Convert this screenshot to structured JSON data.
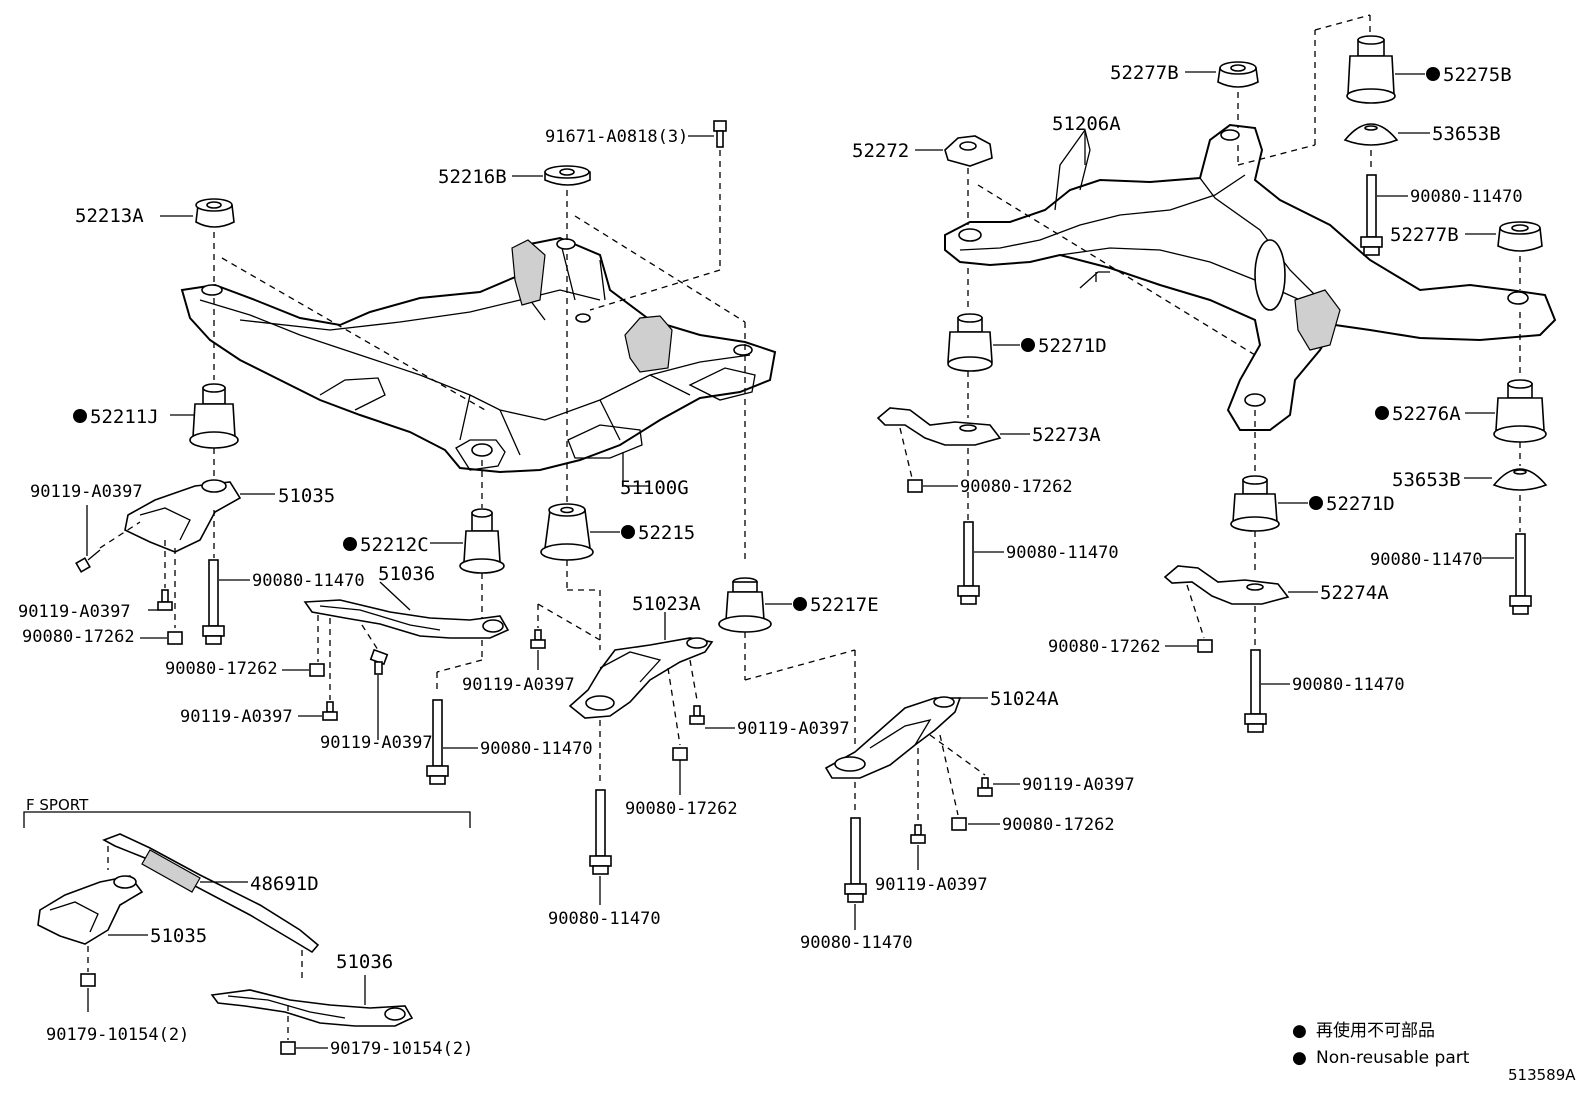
{
  "parts": {
    "p91671": "91671-A0818(3)",
    "p52216B": "52216B",
    "p52213A": "52213A",
    "p52211J": "52211J",
    "p51035_top": "51035",
    "p90119_a": "90119-A0397",
    "p90119_b": "90119-A0397",
    "p90080_17262_a": "90080-17262",
    "p90080_11470_a": "90080-11470",
    "p52212C": "52212C",
    "p51036_top": "51036",
    "p90080_17262_b": "90080-17262",
    "p90119_c": "90119-A0397",
    "p90119_d": "90119-A0397",
    "p90080_11470_b": "90080-11470",
    "p51100G": "51100G",
    "p52215": "52215",
    "p51023A": "51023A",
    "p90119_e": "90119-A0397",
    "p90119_f": "90119-A0397",
    "p90080_17262_c": "90080-17262",
    "p90080_11470_c": "90080-11470",
    "p52217E": "52217E",
    "p51024A": "51024A",
    "p90119_g": "90119-A0397",
    "p90080_17262_d": "90080-17262",
    "p90119_h": "90119-A0397",
    "p90080_11470_d": "90080-11470",
    "p52277B_top": "52277B",
    "p52275B": "52275B",
    "p51206A": "51206A",
    "p53653B_top": "53653B",
    "p52272": "52272",
    "p90080_11470_e": "90080-11470",
    "p52277B_mid": "52277B",
    "p52271D_a": "52271D",
    "p52273A": "52273A",
    "p90080_17262_e": "90080-17262",
    "p90080_11470_f": "90080-11470",
    "p52276A": "52276A",
    "p53653B_mid": "53653B",
    "p52271D_b": "52271D",
    "p90080_11470_g": "90080-11470",
    "p52274A": "52274A",
    "p90080_17262_f": "90080-17262",
    "p90080_11470_h": "90080-11470",
    "p48691D": "48691D",
    "p51035_fs": "51035",
    "p51036_fs": "51036",
    "p90179_a": "90179-10154(2)",
    "p90179_b": "90179-10154(2)"
  },
  "section": {
    "f_sport": "F SPORT"
  },
  "legend": {
    "bullet": "●",
    "line1": "再使用不可部品",
    "line2": "Non-reusable part"
  },
  "diagram_id": "513589A"
}
